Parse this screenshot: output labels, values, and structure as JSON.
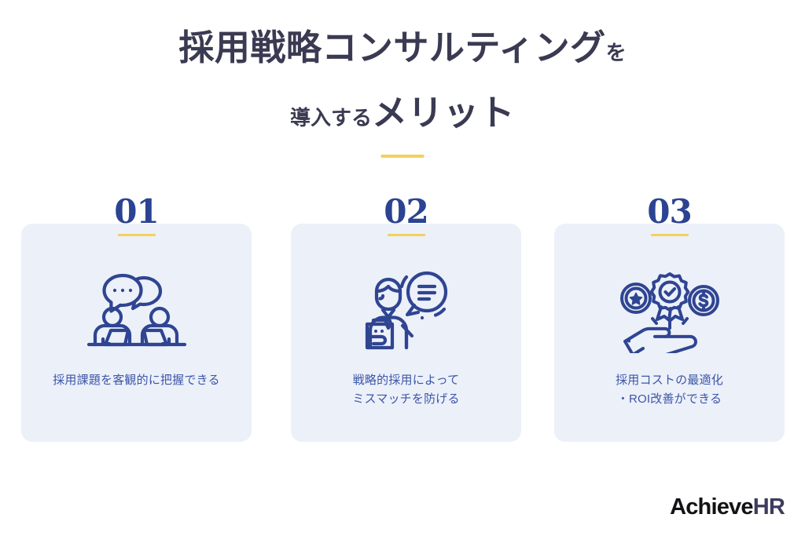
{
  "heading": {
    "line1_main": "採用戦略コンサルティング",
    "line1_suffix": "を",
    "line2_prefix": "導入する",
    "line2_main": "メリット",
    "accent_color": "#f3d15c",
    "text_color": "#3a3a52"
  },
  "cards": [
    {
      "number": "01",
      "icon": "meeting-consultation-icon",
      "caption_lines": [
        "採用課題を客観的に把握できる"
      ]
    },
    {
      "number": "02",
      "icon": "person-clipboard-speech-icon",
      "caption_lines": [
        "戦略的採用によって",
        "ミスマッチを防げる"
      ]
    },
    {
      "number": "03",
      "icon": "hand-award-coin-icon",
      "caption_lines": [
        "採用コストの最適化",
        "・ROI改善ができる"
      ]
    }
  ],
  "card_style": {
    "background": "#ecf0f9",
    "number_color": "#2b4392",
    "number_rule_color": "#f3d15c",
    "caption_color": "#3c56a8",
    "icon_color": "#2f4592"
  },
  "logo": {
    "part1": "Achieve",
    "part2": "HR",
    "part1_color": "#131316",
    "part2_color": "#3c3c5e"
  }
}
